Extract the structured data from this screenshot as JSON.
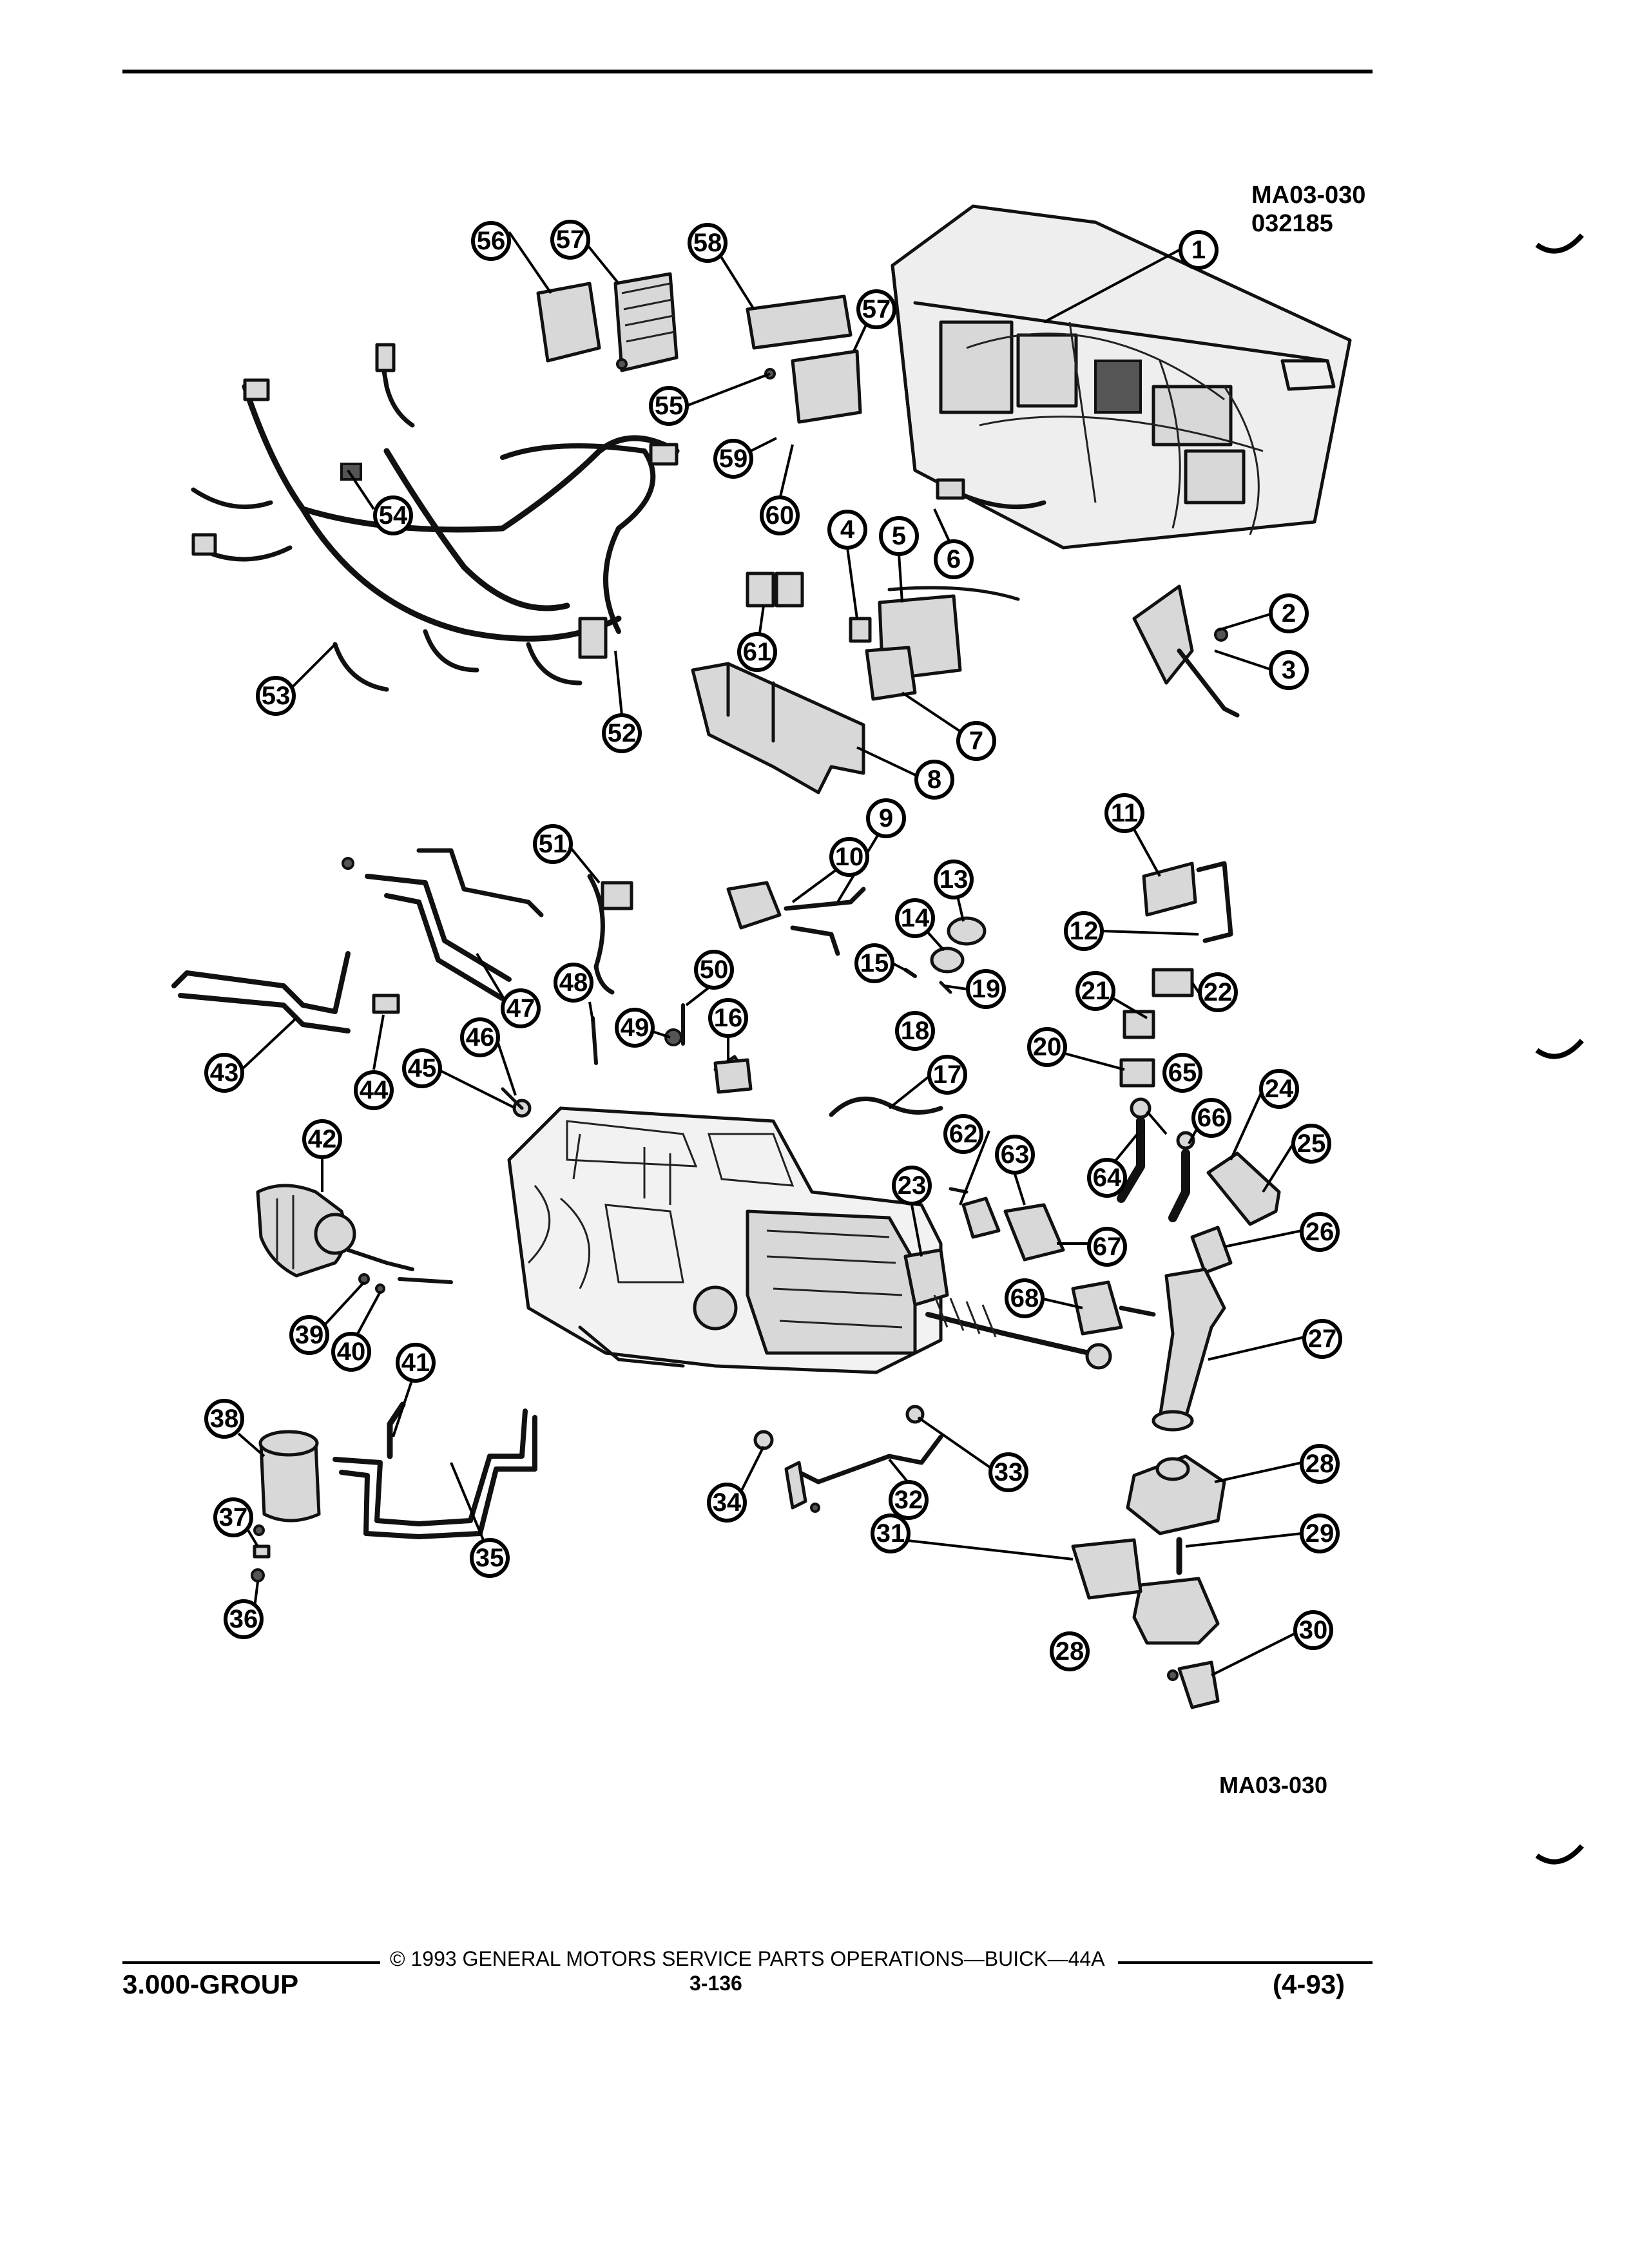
{
  "figure": {
    "code_top": "MA03-030",
    "code_sub": "032185",
    "code_bottom": "MA03-030"
  },
  "callouts": [
    "1",
    "2",
    "3",
    "4",
    "5",
    "6",
    "7",
    "8",
    "9",
    "10",
    "11",
    "12",
    "13",
    "14",
    "15",
    "16",
    "17",
    "18",
    "19",
    "20",
    "21",
    "22",
    "23",
    "24",
    "25",
    "26",
    "27",
    "28",
    "28",
    "29",
    "30",
    "31",
    "32",
    "33",
    "34",
    "35",
    "36",
    "37",
    "38",
    "39",
    "40",
    "41",
    "42",
    "43",
    "44",
    "45",
    "46",
    "47",
    "48",
    "49",
    "50",
    "51",
    "52",
    "53",
    "54",
    "55",
    "56",
    "57",
    "57",
    "58",
    "59",
    "60",
    "61",
    "62",
    "63",
    "64",
    "65",
    "66",
    "67",
    "68"
  ],
  "footer": {
    "copyright": "© 1993 GENERAL MOTORS SERVICE PARTS OPERATIONS—BUICK—44A",
    "group": "3.000-GROUP",
    "page": "3-136",
    "revision": "(4-93)"
  }
}
